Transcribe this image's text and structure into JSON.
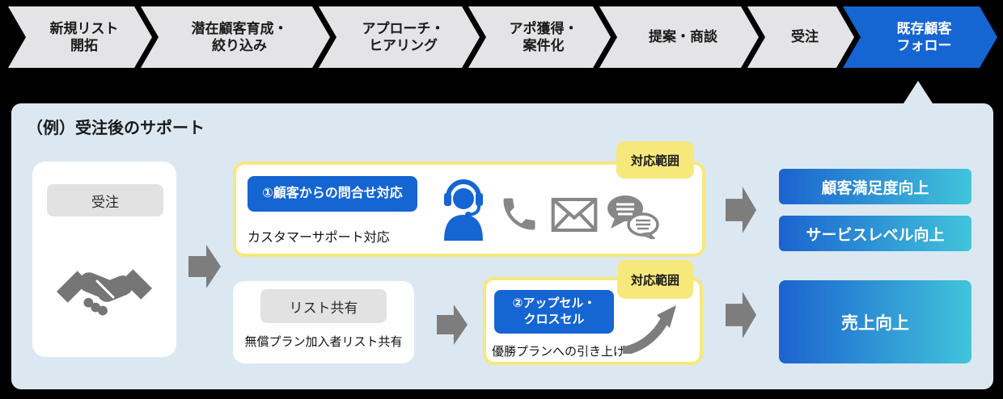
{
  "funnel": {
    "stages": [
      {
        "label": "新規リスト\n開拓",
        "active": false
      },
      {
        "label": "潜在顧客育成・\n絞り込み",
        "active": false
      },
      {
        "label": "アプローチ・\nヒアリング",
        "active": false
      },
      {
        "label": "アポ獲得・\n案件化",
        "active": false
      },
      {
        "label": "提案・商談",
        "active": false
      },
      {
        "label": "受注",
        "active": false
      },
      {
        "label": "既存顧客\nフォロー",
        "active": true
      }
    ]
  },
  "panel": {
    "title": "（例）受注後のサポート",
    "order_card": {
      "badge": "受注",
      "icon": "handshake-icon"
    },
    "support_card": {
      "button": "①顧客からの問合せ対応",
      "caption": "カスタマーサポート対応",
      "tag": "対応範囲",
      "icons": [
        "headset-operator-icon",
        "phone-icon",
        "mail-icon",
        "chat-bubbles-icon"
      ]
    },
    "outcomes_top": [
      "顧客満足度向上",
      "サービスレベル向上"
    ],
    "list_card": {
      "badge": "リスト共有",
      "caption": "無償プラン加入者リスト共有"
    },
    "upsell_card": {
      "button": "②アップセル・\nクロスセル",
      "caption": "優勝プランへの引き上げ",
      "tag": "対応範囲",
      "icon": "growth-arrow-icon"
    },
    "outcome_bottom": "売上向上"
  },
  "colors": {
    "accent_blue": "#1565d3",
    "panel_bg": "#dce8f1",
    "highlight_yellow": "#f6e87a",
    "gradient_from": "#1b63cf",
    "gradient_to": "#41c4da",
    "stage_gray": "#e4e4e6",
    "icon_gray": "#878787",
    "arrow_gray": "#7d7d7d"
  }
}
